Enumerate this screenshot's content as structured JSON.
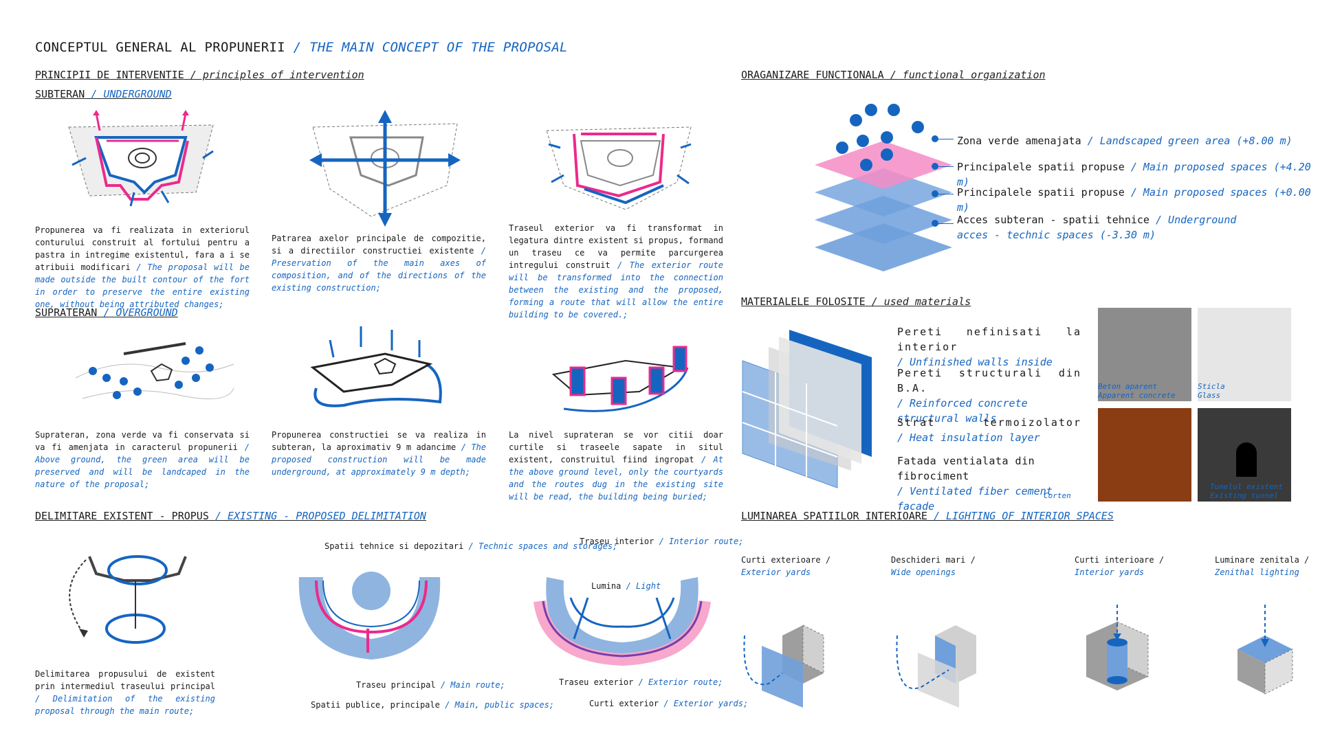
{
  "title": {
    "ro": "CONCEPTUL GENERAL AL PROPUNERII",
    "en": "/ THE MAIN CONCEPT OF THE PROPOSAL"
  },
  "principles": {
    "heading": {
      "ro": "PRINCIPII DE INTERVENTIE",
      "en": "/ principles of intervention"
    },
    "underground": {
      "heading": {
        "ro": "SUBTERAN",
        "en": "/ UNDERGROUND"
      },
      "items": [
        {
          "ro": "Propunerea va fi realizata in exteriorul conturului construit al fortului pentru a pastra in intregime existentul, fara a i se atribuii modificari",
          "en": "/ The proposal will be made outside the built contour of the fort in order to preserve the entire existing one, without being attributed changes;"
        },
        {
          "ro": "Patrarea axelor principale de compozitie, si a directiilor constructiei existente",
          "en": "/ Preservation of the main axes of composition, and of the directions of the existing construction;"
        },
        {
          "ro": "Traseul exterior va fi transformat in legatura dintre existent si propus, formand un traseu ce va permite parcurgerea intregului construit",
          "en": "/ The exterior route will be transformed into the connection between the existing and the proposed, forming a route that will allow the entire building to be covered.;"
        }
      ]
    },
    "overground": {
      "heading": {
        "ro": "SUPRATERAN",
        "en": "/ OVERGROUND"
      },
      "items": [
        {
          "ro": "Suprateran, zona verde va fi conservata si va fi amenjata in caracterul propunerii",
          "en": "/ Above ground, the green area will be preserved and will be landcaped in the nature of the proposal;"
        },
        {
          "ro": "Propunerea constructiei se va realiza in subteran, la aproximativ 9 m adancime",
          "en": "/ The proposed construction will be made underground, at approximately 9 m depth;"
        },
        {
          "ro": "La nivel suprateran se vor citii doar curtile si traseele sapate in situl existent, construitul fiind ingropat",
          "en": "/ At the above ground level, only the courtyards and the routes dug in the existing site will be read, the building being buried;"
        }
      ]
    }
  },
  "delimitation": {
    "heading": {
      "ro": "DELIMITARE EXISTENT - PROPUS",
      "en": "/ EXISTING - PROPOSED DELIMITATION"
    },
    "text": {
      "ro": "Delimitarea propusului de existent prin intermediul traseului principal",
      "en": "/ Delimitation of the existing proposal through the main route;"
    },
    "d2": {
      "tech": {
        "ro": "Spatii tehnice si depozitari",
        "en": "/ Technic spaces and storages;"
      },
      "main": {
        "ro": "Traseu principal",
        "en": "/ Main route;"
      },
      "public": {
        "ro": "Spatii publice, principale",
        "en": "/ Main, public spaces;"
      }
    },
    "d3": {
      "interior": {
        "ro": "Traseu interior",
        "en": "/ Interior route;"
      },
      "light": {
        "ro": "Lumina",
        "en": "/ Light"
      },
      "exterior": {
        "ro": "Traseu exterior",
        "en": "/ Exterior route;"
      },
      "yards": {
        "ro": "Curti exterior",
        "en": "/ Exterior yards;"
      }
    }
  },
  "functional": {
    "heading": {
      "ro": "ORAGANIZARE FUNCTIONALA",
      "en": "/ functional organization"
    },
    "layers": [
      {
        "ro": "Zona verde amenajata",
        "en": "/ Landscaped green area (+8.00 m)"
      },
      {
        "ro": "Principalele spatii propuse",
        "en": "/ Main proposed spaces (+4.20 m)"
      },
      {
        "ro": "Principalele spatii propuse",
        "en": "/ Main proposed spaces (+0.00 m)"
      },
      {
        "ro": "Acces subteran - spatii tehnice",
        "en": "/ Underground acces - technic spaces (-3.30 m)"
      }
    ]
  },
  "materials": {
    "heading": {
      "ro": "MATERIALELE FOLOSITE",
      "en": "/ used materials"
    },
    "items": [
      {
        "ro": "Pereti nefinisati la interior",
        "en": "/ Unfinished walls inside"
      },
      {
        "ro": "Pereti structurali din B.A.",
        "en": "/ Reinforced concrete structural walls"
      },
      {
        "ro": "Strat termoizolator",
        "en": "/ Heat insulation layer"
      },
      {
        "ro": "Fatada ventialata din fibrociment",
        "en": "/ Ventilated fiber cement facade"
      }
    ],
    "corten_label": "Corten",
    "tiles": [
      {
        "ro": "Beton aparent",
        "en": "Apparent concrete",
        "color": "#8c8c8c"
      },
      {
        "ro": "Sticla",
        "en": "Glass",
        "color": "#e6e6e6"
      },
      {
        "ro": "",
        "en": "",
        "color": "#8a3c12"
      },
      {
        "ro": "Tunelul existent",
        "en": "Existing tunnel",
        "color": "#3a3a3a"
      }
    ]
  },
  "lighting": {
    "heading": {
      "ro": "LUMINAREA SPATIILOR INTERIOARE",
      "en": "/ LIGHTING OF INTERIOR SPACES"
    },
    "items": [
      {
        "ro": "Curti exterioare /",
        "en": "Exterior yards"
      },
      {
        "ro": "Deschideri mari /",
        "en": "Wide openings"
      },
      {
        "ro": "Curti interioare /",
        "en": "Interior yards"
      },
      {
        "ro": "Luminare zenitala /",
        "en": "Zenithal lighting"
      }
    ]
  },
  "colors": {
    "blue": "#1565c0",
    "pink": "#ec2a8c",
    "lightblue": "#8fb4e0",
    "grey": "#9e9e9e"
  }
}
